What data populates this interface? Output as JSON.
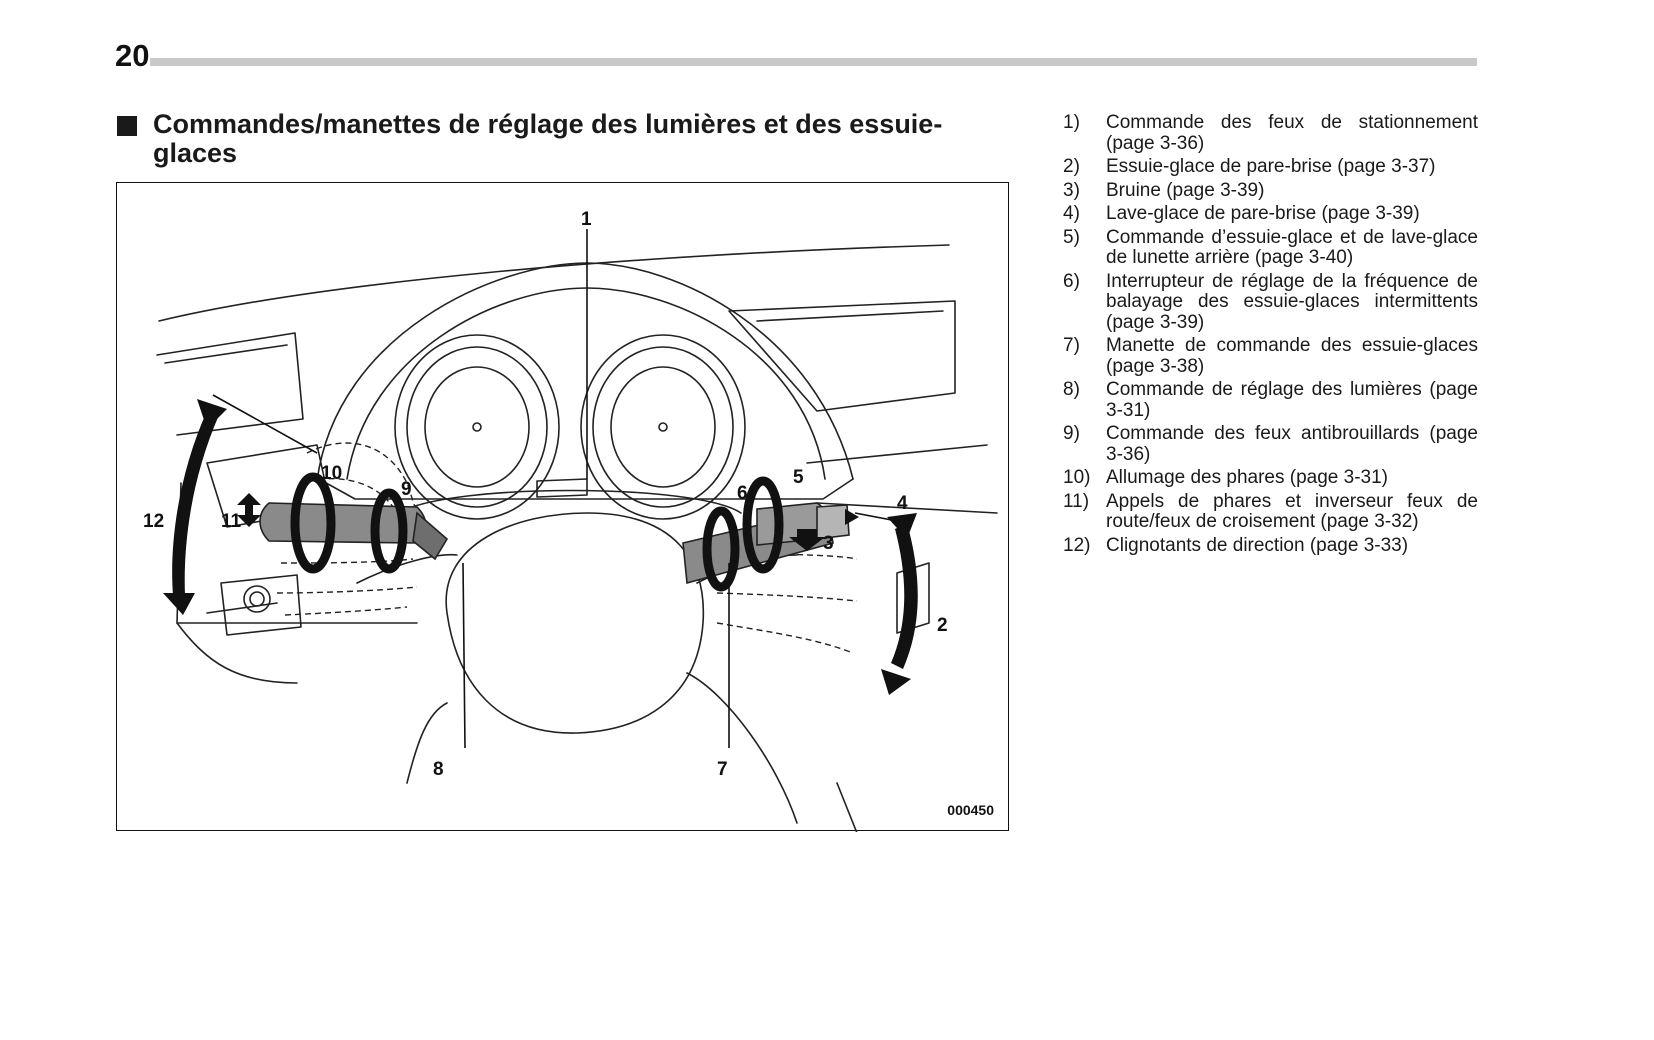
{
  "page_number": "20",
  "section": {
    "title": "Commandes/manettes de réglage des lumières et des essuie-glaces"
  },
  "figure": {
    "code": "000450",
    "callouts": {
      "c1": "1",
      "c2": "2",
      "c3": "3",
      "c4": "4",
      "c5": "5",
      "c6": "6",
      "c7": "7",
      "c8": "8",
      "c9": "9",
      "c10": "10",
      "c11": "11",
      "c12": "12"
    }
  },
  "legend": [
    {
      "num": "1)",
      "text": "Commande des feux de stationnement (page 3-36)"
    },
    {
      "num": "2)",
      "text": "Essuie-glace de pare-brise (page 3-37)"
    },
    {
      "num": "3)",
      "text": "Bruine (page 3-39)"
    },
    {
      "num": "4)",
      "text": "Lave-glace de pare-brise (page 3-39)"
    },
    {
      "num": "5)",
      "text": "Commande d’essuie-glace et de lave-glace de lunette arrière (page 3-40)"
    },
    {
      "num": "6)",
      "text": "Interrupteur de réglage de la fréquence de balayage des essuie-glaces intermittents (page 3-39)"
    },
    {
      "num": "7)",
      "text": "Manette de commande des essuie-glaces (page 3-38)"
    },
    {
      "num": "8)",
      "text": "Commande de réglage des lumières (page 3-31)"
    },
    {
      "num": "9)",
      "text": "Commande des feux antibrouillards (page 3-36)"
    },
    {
      "num": "10)",
      "text": "Allumage des phares (page 3-31)"
    },
    {
      "num": "11)",
      "text": "Appels de phares et inverseur feux de route/feux de croisement (page 3-32)"
    },
    {
      "num": "12)",
      "text": "Clignotants de direction (page 3-33)"
    }
  ]
}
